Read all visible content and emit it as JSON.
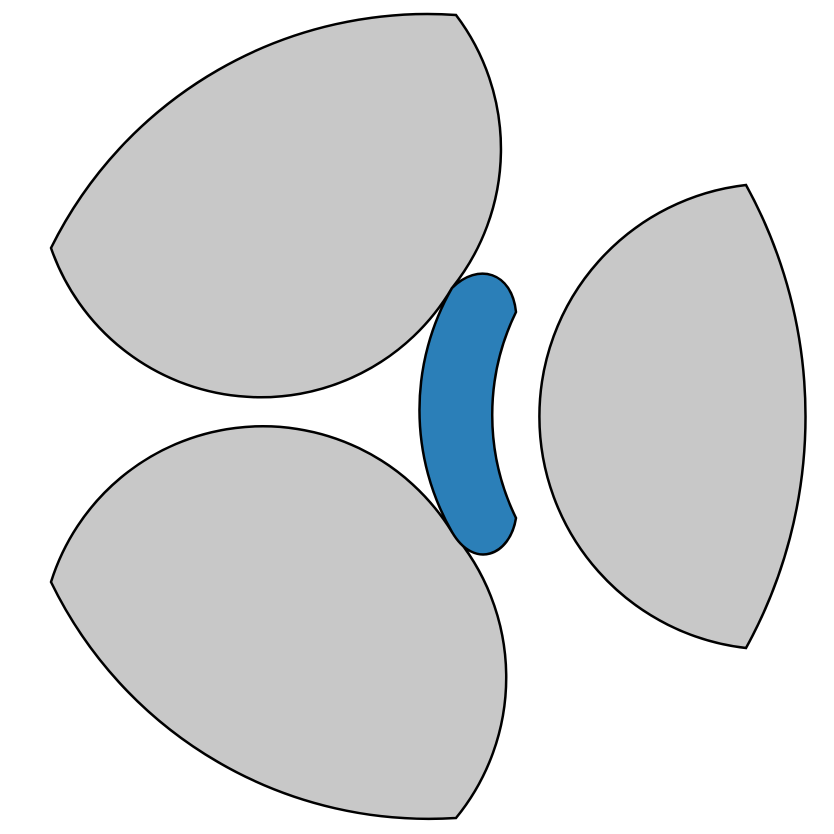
{
  "figure": {
    "background": "#ffffff",
    "lobe_fill": "#c8c8c8",
    "highlight_fill": "#2b7fb8",
    "outline_color": "#000000",
    "lobes": [
      {
        "id": "top-left"
      },
      {
        "id": "right"
      },
      {
        "id": "bottom-left"
      }
    ],
    "highlight": {
      "id": "center-crescent"
    }
  }
}
